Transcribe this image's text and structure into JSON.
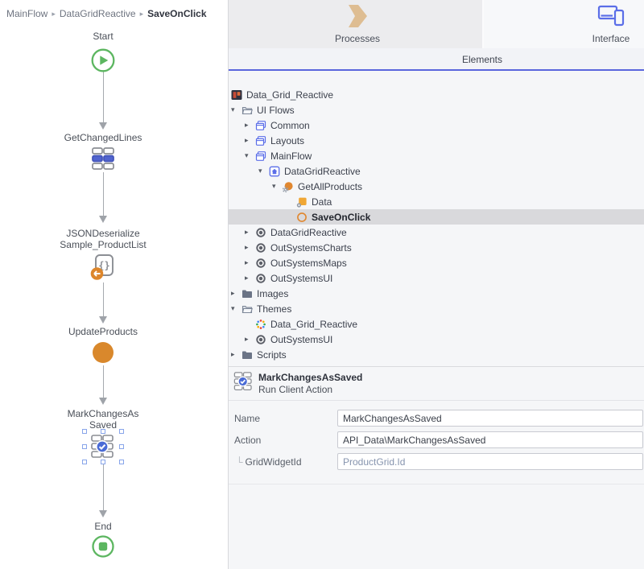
{
  "breadcrumb": {
    "separator": "▸",
    "items": [
      {
        "label": "MainFlow",
        "bold": false
      },
      {
        "label": "DataGridReactive",
        "bold": false
      },
      {
        "label": "SaveOnClick",
        "bold": true
      }
    ]
  },
  "canvas": {
    "nodes": [
      {
        "name": "start",
        "label_lines": [
          "Start"
        ],
        "icon": "start-node",
        "selected": false
      },
      {
        "name": "get-changed-lines",
        "label_lines": [
          "GetChangedLines"
        ],
        "icon": "grid-node",
        "selected": false
      },
      {
        "name": "json-deserialize",
        "label_lines": [
          "JSONDeserialize",
          "Sample_ProductList"
        ],
        "icon": "json-node",
        "selected": false
      },
      {
        "name": "update-products",
        "label_lines": [
          "UpdateProducts"
        ],
        "icon": "server-action-node",
        "selected": false
      },
      {
        "name": "mark-changes-as-saved",
        "label_lines": [
          "MarkChangesAs",
          "Saved"
        ],
        "icon": "client-action-node",
        "selected": true
      },
      {
        "name": "end",
        "label_lines": [
          "End"
        ],
        "icon": "end-node",
        "selected": false
      }
    ]
  },
  "panel_tabs": {
    "processes": "Processes",
    "interface": "Interface"
  },
  "elements_bar": {
    "label": "Elements"
  },
  "tree": {
    "items": [
      {
        "label": "Data_Grid_Reactive",
        "level": 0,
        "chevron": "none",
        "icon": "application",
        "root": true,
        "selected": false,
        "bold": false
      },
      {
        "label": "UI Flows",
        "level": 0,
        "chevron": "down",
        "icon": "folder-open",
        "root": false,
        "selected": false,
        "bold": false
      },
      {
        "label": "Common",
        "level": 1,
        "chevron": "right",
        "icon": "ui-flow",
        "root": false,
        "selected": false,
        "bold": false
      },
      {
        "label": "Layouts",
        "level": 1,
        "chevron": "right",
        "icon": "ui-flow",
        "root": false,
        "selected": false,
        "bold": false
      },
      {
        "label": "MainFlow",
        "level": 1,
        "chevron": "down",
        "icon": "ui-flow",
        "root": false,
        "selected": false,
        "bold": false
      },
      {
        "label": "DataGridReactive",
        "level": 2,
        "chevron": "down",
        "icon": "screen",
        "root": false,
        "selected": false,
        "bold": false
      },
      {
        "label": "GetAllProducts",
        "level": 3,
        "chevron": "down",
        "icon": "aggregate",
        "root": false,
        "selected": false,
        "bold": false
      },
      {
        "label": "Data",
        "level": 4,
        "chevron": "none",
        "icon": "data-attribute",
        "root": false,
        "selected": false,
        "bold": false
      },
      {
        "label": "SaveOnClick",
        "level": 4,
        "chevron": "none",
        "icon": "client-action",
        "root": false,
        "selected": true,
        "bold": true
      },
      {
        "label": "DataGridReactive",
        "level": 1,
        "chevron": "right",
        "icon": "producer-module",
        "root": false,
        "selected": false,
        "bold": false
      },
      {
        "label": "OutSystemsCharts",
        "level": 1,
        "chevron": "right",
        "icon": "producer-module",
        "root": false,
        "selected": false,
        "bold": false
      },
      {
        "label": "OutSystemsMaps",
        "level": 1,
        "chevron": "right",
        "icon": "producer-module",
        "root": false,
        "selected": false,
        "bold": false
      },
      {
        "label": "OutSystemsUI",
        "level": 1,
        "chevron": "right",
        "icon": "producer-module",
        "root": false,
        "selected": false,
        "bold": false
      },
      {
        "label": "Images",
        "level": 0,
        "chevron": "right",
        "icon": "folder-closed",
        "root": false,
        "selected": false,
        "bold": false
      },
      {
        "label": "Themes",
        "level": 0,
        "chevron": "down",
        "icon": "folder-open",
        "root": false,
        "selected": false,
        "bold": false
      },
      {
        "label": "Data_Grid_Reactive",
        "level": 1,
        "chevron": "none",
        "icon": "theme",
        "root": false,
        "selected": false,
        "bold": false
      },
      {
        "label": "OutSystemsUI",
        "level": 1,
        "chevron": "right",
        "icon": "producer-module",
        "root": false,
        "selected": false,
        "bold": false
      },
      {
        "label": "Scripts",
        "level": 0,
        "chevron": "right",
        "icon": "folder-closed",
        "root": false,
        "selected": false,
        "bold": false
      }
    ]
  },
  "properties": {
    "header": {
      "title": "MarkChangesAsSaved",
      "subtitle": "Run Client Action"
    },
    "fields": [
      {
        "label": "Name",
        "value": "MarkChangesAsSaved",
        "nested": false,
        "expression": false
      },
      {
        "label": "Action",
        "value": "API_Data\\MarkChangesAsSaved",
        "nested": false,
        "expression": false
      },
      {
        "label": "GridWidgetId",
        "value": "ProductGrid.Id",
        "nested": true,
        "expression": true
      }
    ]
  },
  "colors": {
    "accent_blue": "#5a66dd",
    "icon_blue": "#5b6ee8",
    "orange": "#de872e",
    "green": "#5cb660",
    "tan": "#debd92",
    "selected_row": "#d9d9dc"
  }
}
